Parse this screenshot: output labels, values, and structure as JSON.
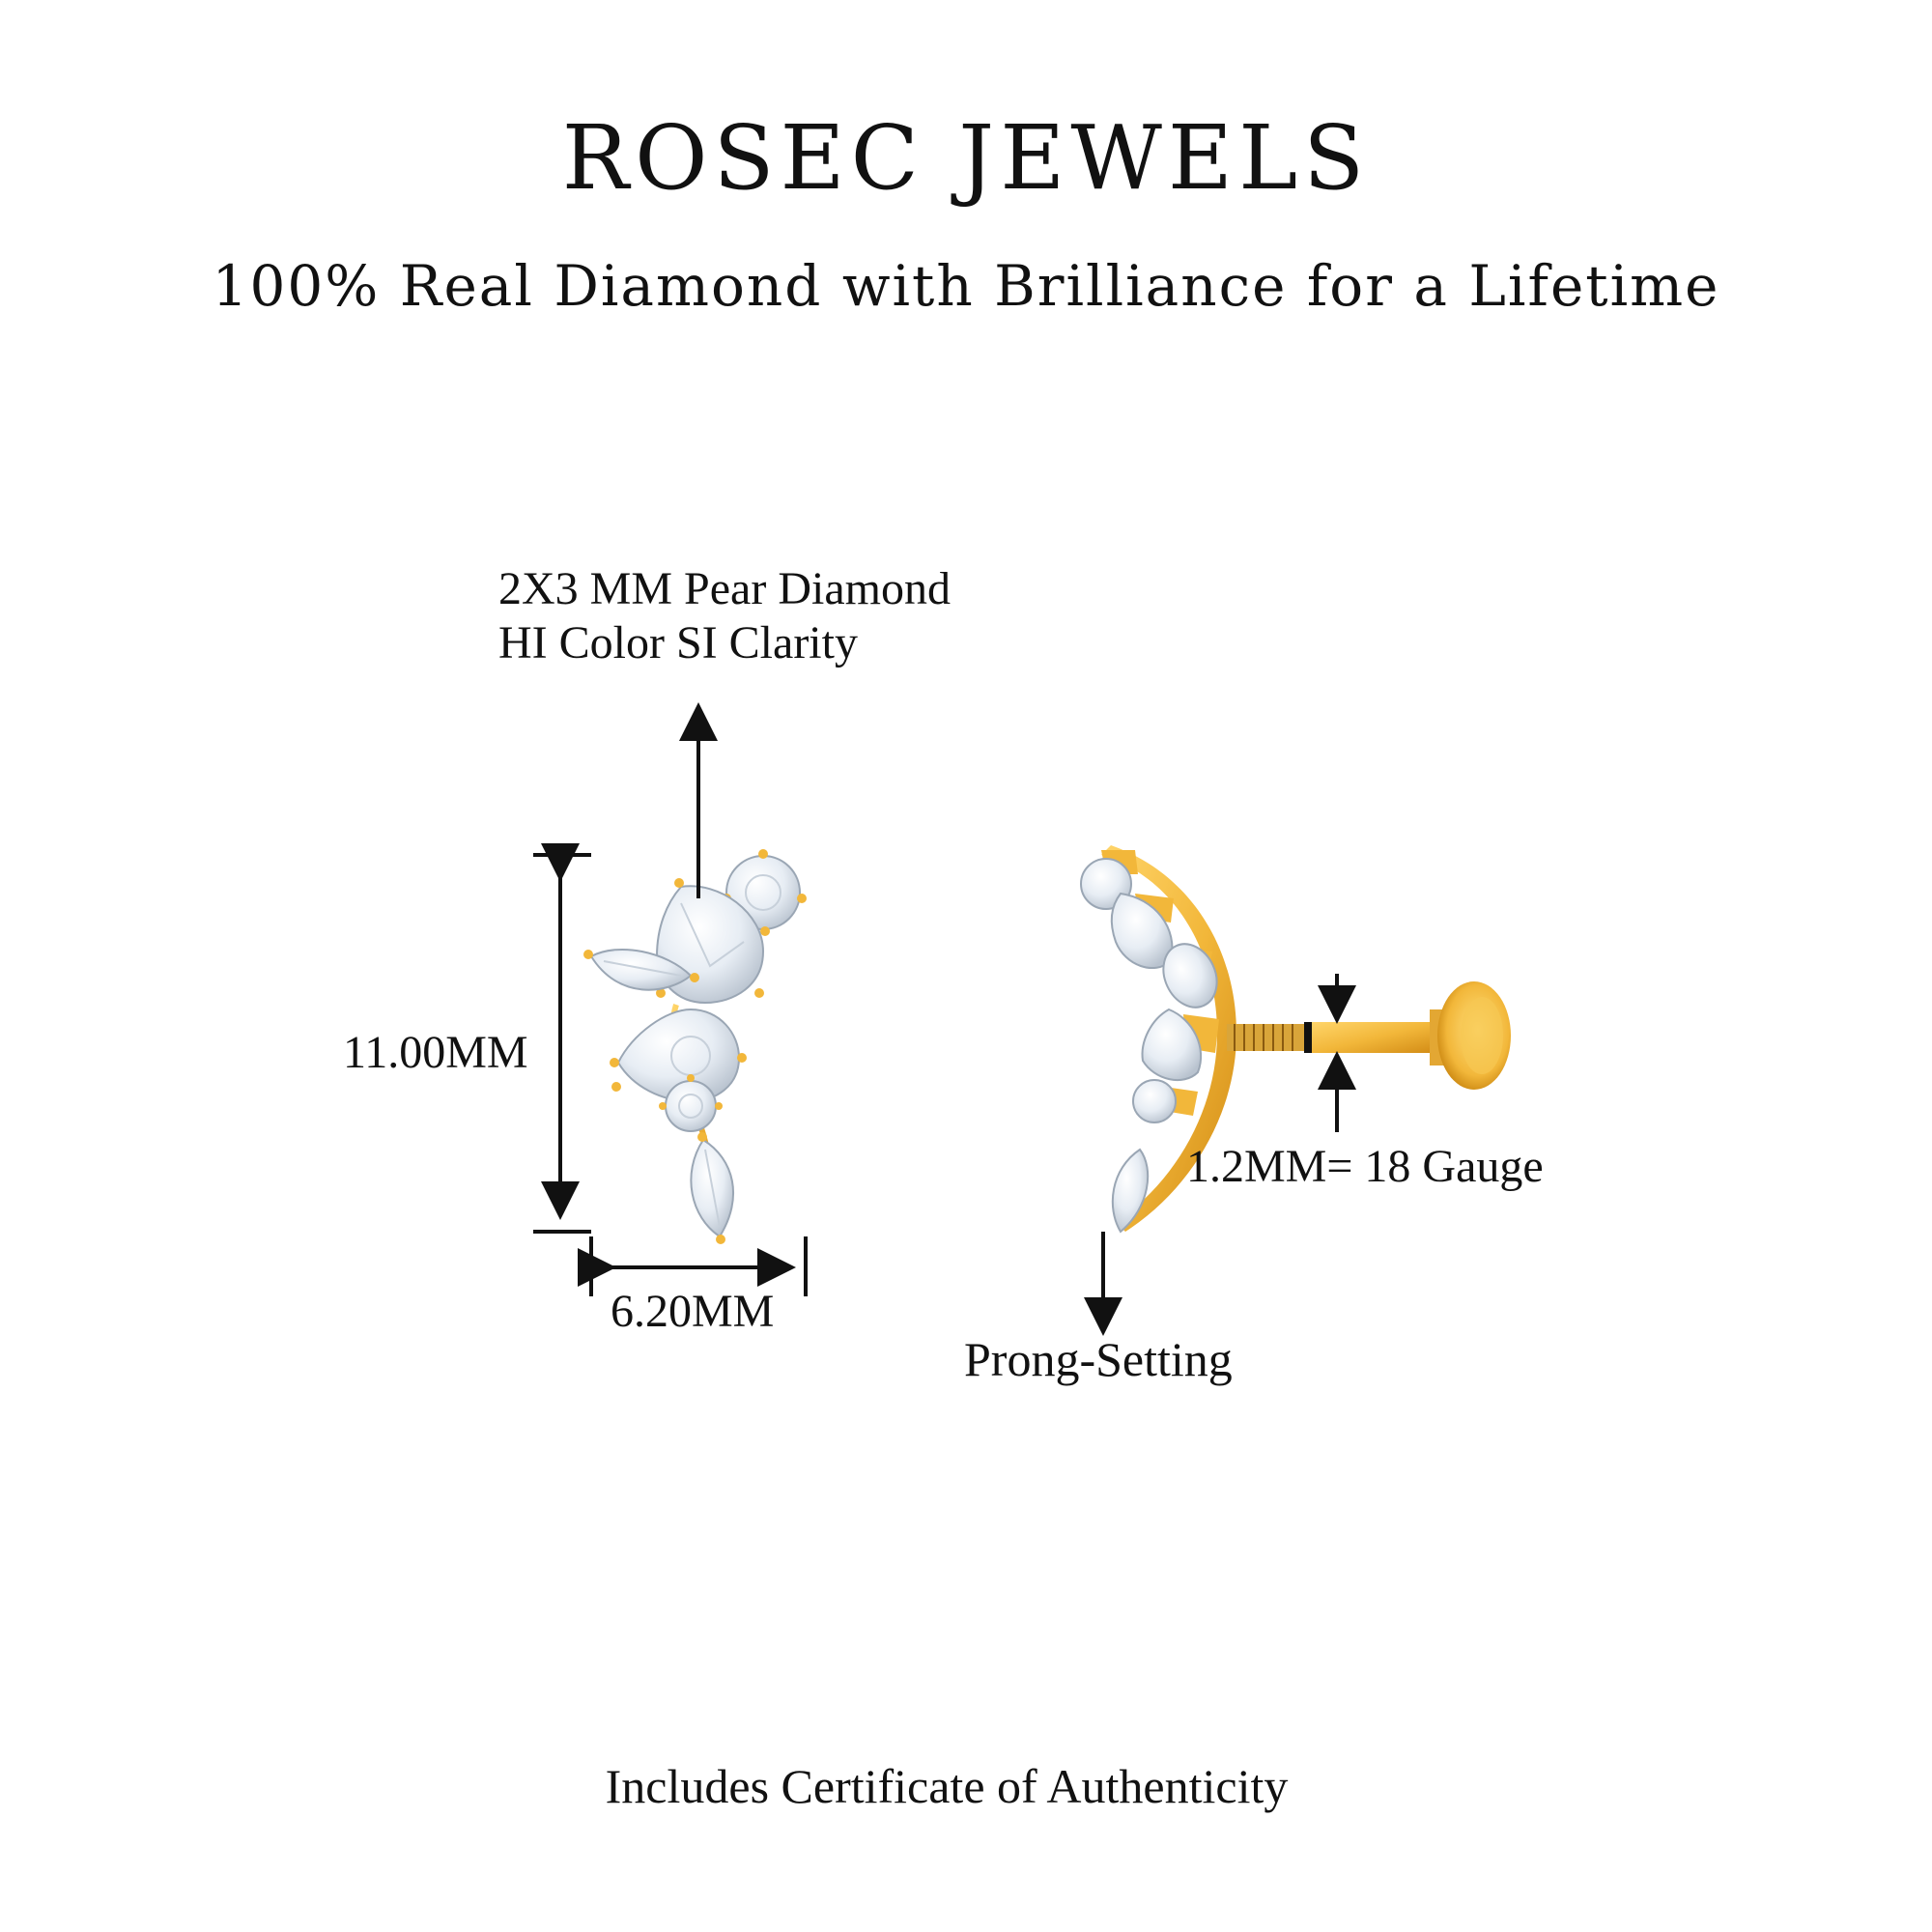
{
  "header": {
    "brand": "ROSEC JEWELS",
    "tagline": "100% Real Diamond with Brilliance for a Lifetime"
  },
  "callouts": {
    "pear_line1": "2X3 MM Pear Diamond",
    "pear_line2": "HI Color SI Clarity",
    "height": "11.00MM",
    "width": "6.20MM",
    "gauge": "1.2MM= 18 Gauge",
    "setting": "Prong-Setting"
  },
  "footer": {
    "certificate": "Includes Certificate of Authenticity"
  },
  "colors": {
    "gold": "#f2b73a",
    "gold_dark": "#d9931c",
    "diamond": "#eef3f8",
    "line": "#111111"
  }
}
